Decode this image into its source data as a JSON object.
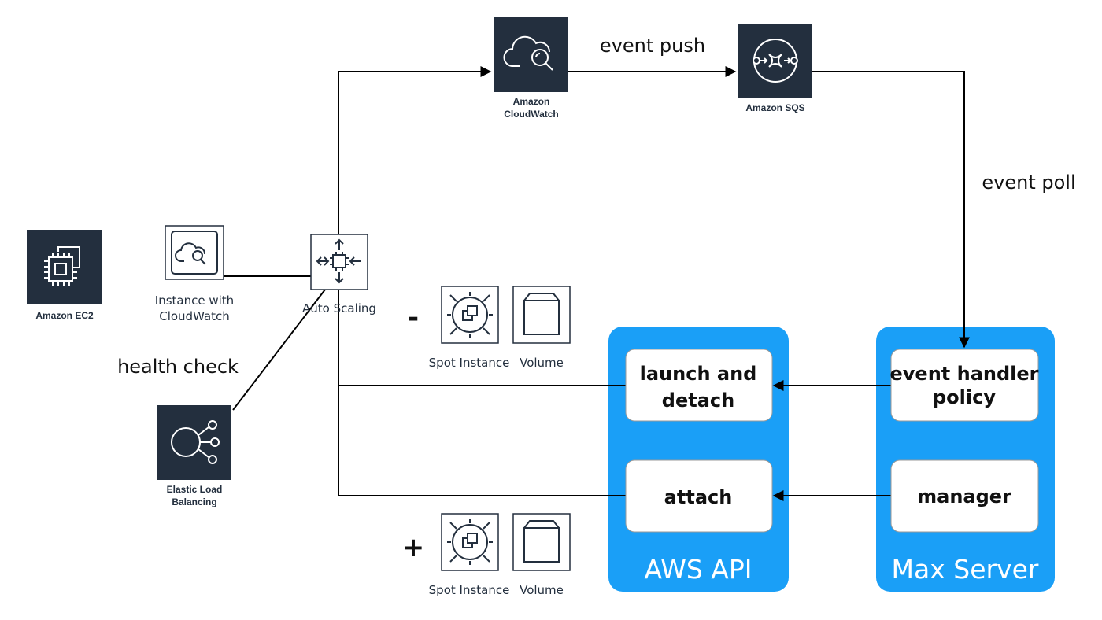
{
  "services": {
    "ec2": "Amazon EC2",
    "cloudwatch_line1": "Amazon",
    "cloudwatch_line2": "CloudWatch",
    "sqs": "Amazon SQS",
    "elb_line1": "Elastic Load",
    "elb_line2": "Balancing",
    "instance_line1": "Instance with",
    "instance_line2": "CloudWatch",
    "autoscaling": "Auto Scaling"
  },
  "edges": {
    "event_push": "event push",
    "event_poll": "event poll",
    "health_check": "health check"
  },
  "resources": {
    "minus": "-",
    "plus": "+",
    "spot_instance": "Spot Instance",
    "volume": "Volume"
  },
  "aws_api": {
    "title": "AWS API",
    "launch_line1": "launch and",
    "launch_line2": "detach",
    "attach": "attach"
  },
  "max_server": {
    "title": "Max Server",
    "handler_line1": "event handler",
    "handler_line2": "policy",
    "manager": "manager"
  },
  "colors": {
    "aws_dark": "#232f3e",
    "panel_blue": "#1a9ff7",
    "line": "#000000"
  }
}
